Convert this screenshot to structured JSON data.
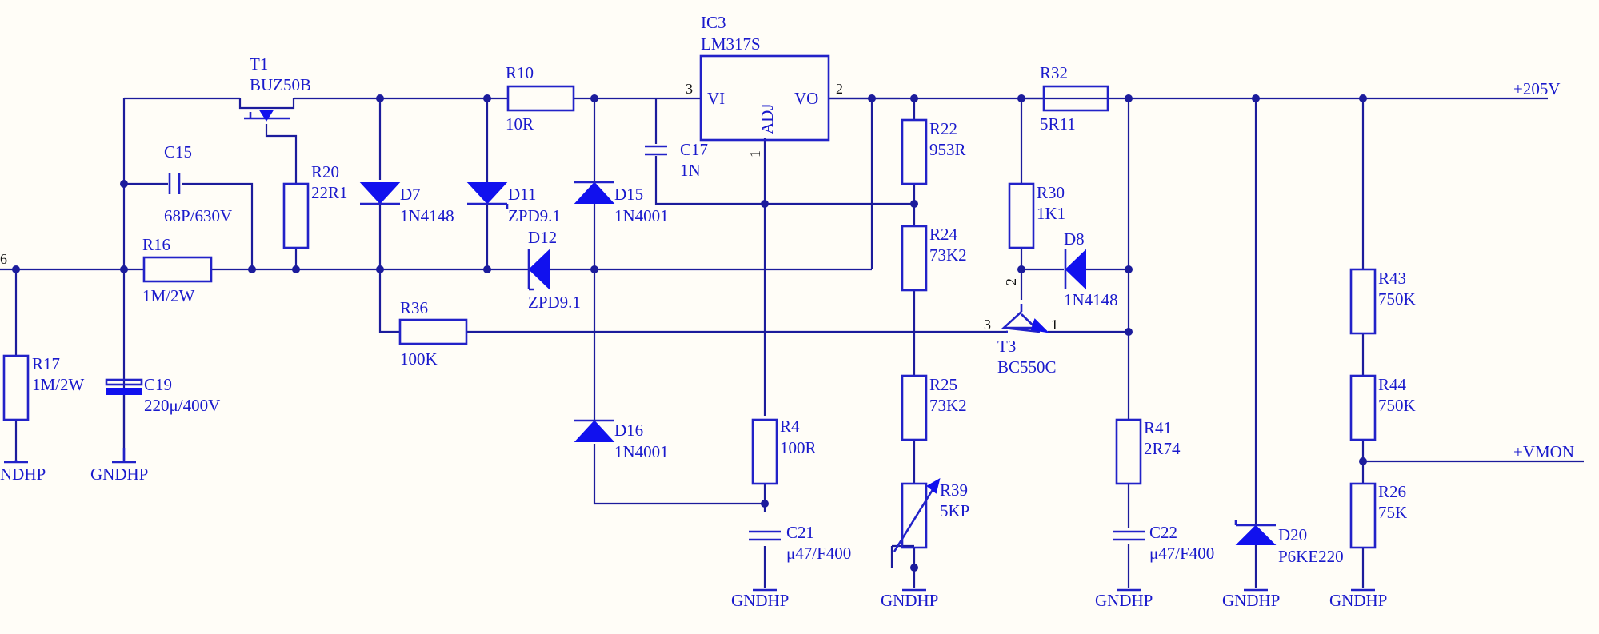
{
  "ic3": {
    "ref": "IC3",
    "part": "LM317S",
    "vi": "VI",
    "vo": "VO",
    "adj": "ADJ",
    "pin3": "3",
    "pin2": "2",
    "pin1": "1"
  },
  "t1": {
    "ref": "T1",
    "part": "BUZ50B"
  },
  "t3": {
    "ref": "T3",
    "part": "BC550C",
    "pin3": "3",
    "pin2": "2",
    "pin1": "1"
  },
  "input_pin": "6",
  "nets": {
    "hv_out": "+205V",
    "vmon": "+VMON"
  },
  "resistors": [
    {
      "ref": "R10",
      "value": "10R"
    },
    {
      "ref": "R16",
      "value": "1M/2W"
    },
    {
      "ref": "R17",
      "value": "1M/2W"
    },
    {
      "ref": "R20",
      "value": "22R1"
    },
    {
      "ref": "R36",
      "value": "100K"
    },
    {
      "ref": "R4",
      "value": "100R"
    },
    {
      "ref": "R22",
      "value": "953R"
    },
    {
      "ref": "R24",
      "value": "73K2"
    },
    {
      "ref": "R25",
      "value": "73K2"
    },
    {
      "ref": "R39",
      "value": "5KP"
    },
    {
      "ref": "R32",
      "value": "5R11"
    },
    {
      "ref": "R30",
      "value": "1K1"
    },
    {
      "ref": "R41",
      "value": "2R74"
    },
    {
      "ref": "R43",
      "value": "750K"
    },
    {
      "ref": "R44",
      "value": "750K"
    },
    {
      "ref": "R26",
      "value": "75K"
    }
  ],
  "capacitors": [
    {
      "ref": "C15",
      "value": "68P/630V"
    },
    {
      "ref": "C19",
      "value": "220μ/400V"
    },
    {
      "ref": "C17",
      "value": "1N"
    },
    {
      "ref": "C21",
      "value": "μ47/F400"
    },
    {
      "ref": "C22",
      "value": "μ47/F400"
    }
  ],
  "diodes": [
    {
      "ref": "D7",
      "value": "1N4148"
    },
    {
      "ref": "D11",
      "value": "ZPD9.1"
    },
    {
      "ref": "D15",
      "value": "1N4001"
    },
    {
      "ref": "D12",
      "value": "ZPD9.1"
    },
    {
      "ref": "D16",
      "value": "1N4001"
    },
    {
      "ref": "D8",
      "value": "1N4148"
    },
    {
      "ref": "D20",
      "value": "P6KE220"
    }
  ],
  "grounds": [
    "NDHP",
    "GNDHP",
    "GNDHP",
    "GNDHP",
    "GNDHP",
    "GNDHP",
    "GNDHP"
  ]
}
